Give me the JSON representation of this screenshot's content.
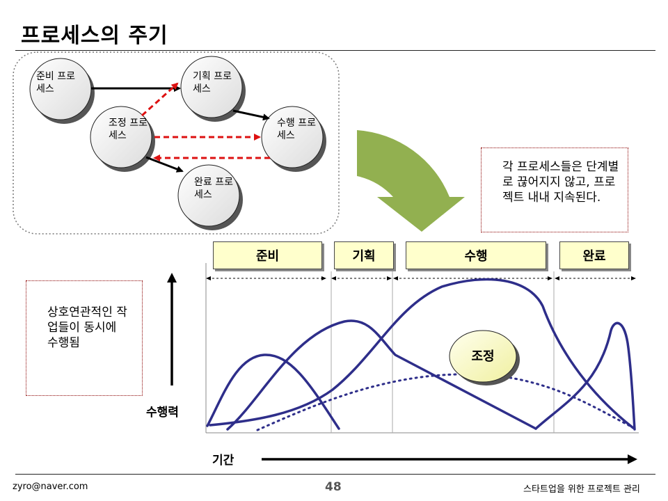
{
  "title": "프로세스의 주기",
  "footer": {
    "email": "zyro@naver.com",
    "page": "48",
    "doc_title": "스타트업을 위한 프로젝트 관리"
  },
  "processes": [
    {
      "id": "prep",
      "label": "준비 프로세스"
    },
    {
      "id": "plan",
      "label": "기획 프로세스"
    },
    {
      "id": "coord",
      "label": "조정 프로세스"
    },
    {
      "id": "exec",
      "label": "수행 프로세스"
    },
    {
      "id": "close",
      "label": "완료 프로세스"
    }
  ],
  "note_right": "각 프로세스들은 단계별로 끊어지지 않고, 프로젝트 내내 지속된다.",
  "note_left": "상호연관적인 작업들이 동시에 수행됨",
  "phases": [
    "준비",
    "기획",
    "수행",
    "완료"
  ],
  "adjust_label": "조정",
  "axis": {
    "y": "수행력",
    "x": "기간"
  },
  "colors": {
    "curve": "#2e2e8a",
    "arrow_green": "#92b050",
    "dashed_red": "#dd1111",
    "phase_fill": "#ffffcc"
  }
}
